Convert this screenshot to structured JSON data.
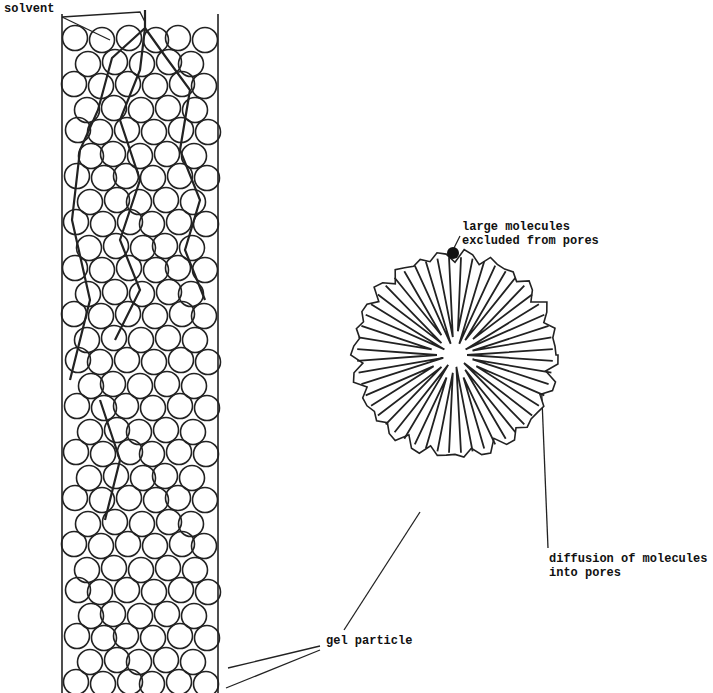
{
  "diagram": {
    "labels": [
      "solvent",
      "large molecules excluded from pores",
      "diffusion of molecules into pores",
      "gel particle"
    ]
  }
}
